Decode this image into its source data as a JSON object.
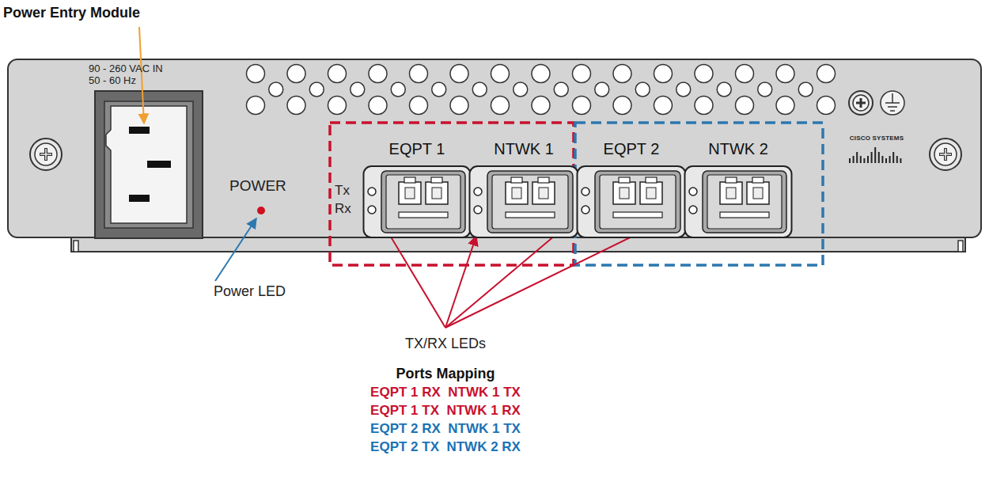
{
  "diagram": {
    "nodes": [
      {
        "text": [
          "EQPT 1"
        ]
      },
      {
        "text": [
          "NTWK 1"
        ]
      },
      {
        "text": [
          "EQPT 2"
        ]
      },
      {
        "text": [
          "NTWK 2"
        ]
      }
    ],
    "labels": [
      "Power Entry Module",
      "90 - 260 VAC IN",
      "50 - 60 Hz",
      "POWER",
      "Power LED",
      "Tx",
      "Rx",
      "CISCO SYSTEMS",
      "TX/RX LEDs",
      "Ports Mapping",
      "EQPT 1 RX  NTWK 1 TX",
      "EQPT 1 TX  NTWK 1 RX",
      "EQPT 2 RX  NTWK 1 TX",
      "EQPT 2 TX  NTWK 2 RX"
    ]
  }
}
